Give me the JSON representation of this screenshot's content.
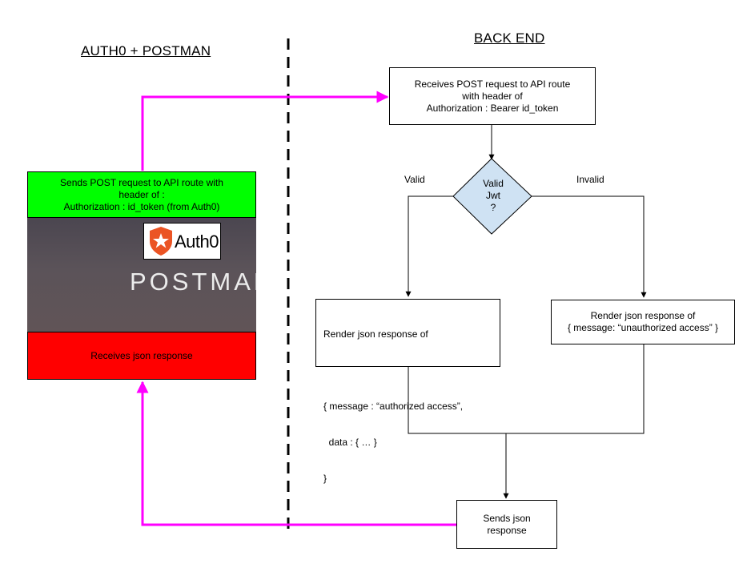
{
  "headings": {
    "left": "AUTH0 + POSTMAN",
    "right": "BACK END"
  },
  "client": {
    "send_lines": [
      "Sends POST request to API route with",
      "header of :",
      "Authorization : id_token (from Auth0)"
    ],
    "receive": "Receives json response",
    "postman_logo_text": "POSTMAN",
    "auth0_logo_text": "Auth0"
  },
  "backend": {
    "receive_lines": [
      "Receives POST request to API route",
      "with header of",
      "Authorization : Bearer id_token"
    ],
    "decision_lines": [
      "Valid",
      "Jwt",
      "?"
    ],
    "valid_label": "Valid",
    "invalid_label": "Invalid",
    "valid_response_lines": [
      "Render json response of",
      "",
      "{ message : “authorized access”,",
      "  data : { … }",
      "}"
    ],
    "invalid_response_lines": [
      "Render json response of",
      "{ message: “unauthorized access” }"
    ],
    "send_lines": [
      "Sends json",
      "response"
    ]
  },
  "colors": {
    "send_box": "#00ff00",
    "receive_box": "#ff0000",
    "decision_fill": "#cfe2f3",
    "request_arrow": "#ff00ff"
  }
}
